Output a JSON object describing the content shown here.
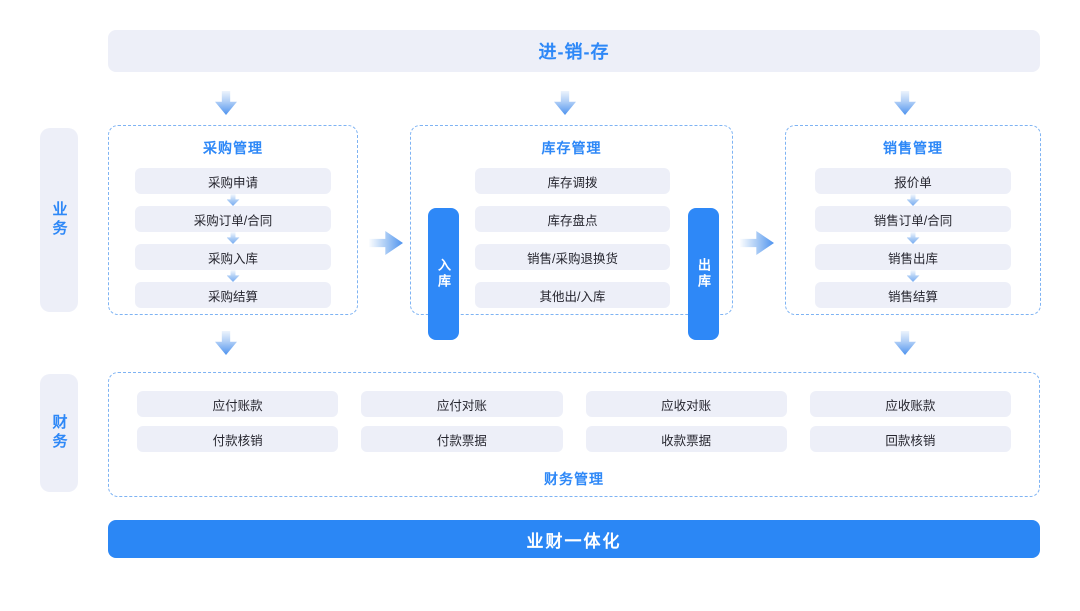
{
  "colors": {
    "accent_blue": "#2E88F7",
    "solid_blue": "#2B87F5",
    "light_panel": "#EDEFF8",
    "dashed_border": "#7EB3F3",
    "item_text": "#26262F"
  },
  "top_banner": {
    "label": "进-销-存"
  },
  "sidebar": {
    "business_label": "业务",
    "finance_label": "财务"
  },
  "purchase": {
    "title": "采购管理",
    "items": [
      "采购申请",
      "采购订单/合同",
      "采购入库",
      "采购结算"
    ]
  },
  "inventory": {
    "title": "库存管理",
    "inbound_label": "入库",
    "outbound_label": "出库",
    "items": [
      "库存调拨",
      "库存盘点",
      "销售/采购退换货",
      "其他出/入库"
    ]
  },
  "sales": {
    "title": "销售管理",
    "items": [
      "报价单",
      "销售订单/合同",
      "销售出库",
      "销售结算"
    ]
  },
  "finance": {
    "title": "财务管理",
    "row1": [
      "应付账款",
      "应付对账",
      "应收对账",
      "应收账款"
    ],
    "row2": [
      "付款核销",
      "付款票据",
      "收款票据",
      "回款核销"
    ]
  },
  "bottom_banner": {
    "label": "业财一体化"
  }
}
